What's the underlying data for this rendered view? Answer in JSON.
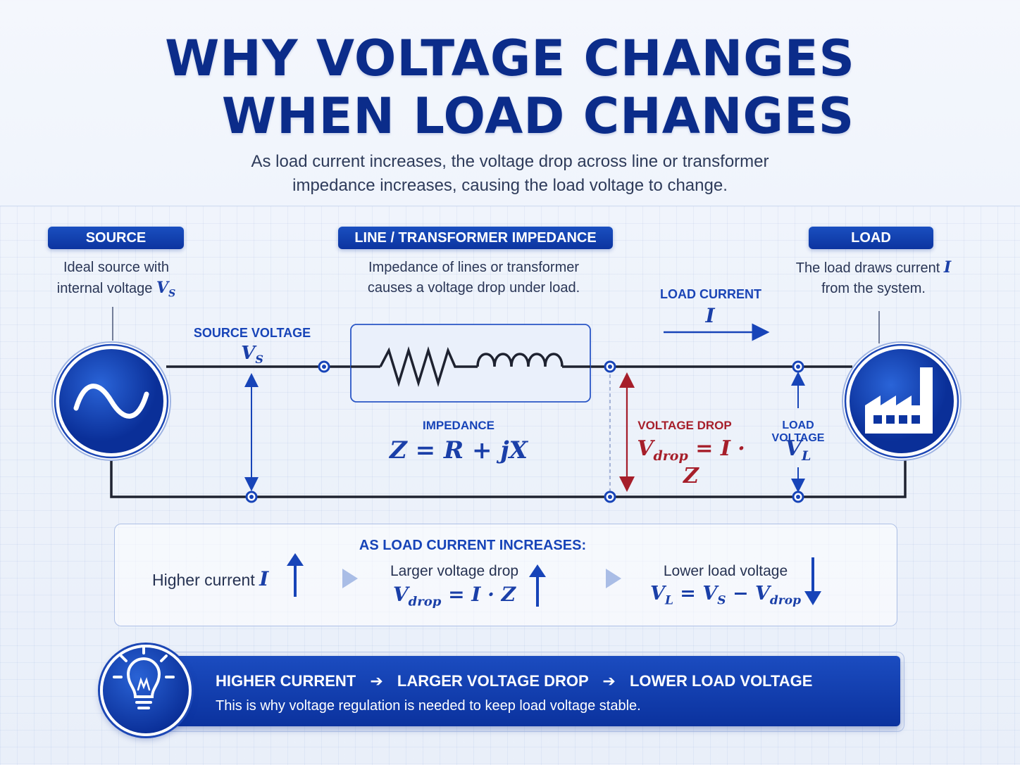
{
  "title_line1": "WHY VOLTAGE CHANGES",
  "title_line2": "WHEN LOAD CHANGES",
  "subtitle_line1": "As load current increases, the voltage drop across line or transformer",
  "subtitle_line2": "impedance increases, causing the load voltage to change.",
  "source": {
    "pill": "SOURCE",
    "desc_line1": "Ideal source with",
    "desc_line2": "internal voltage",
    "symbol": "V",
    "symbol_sub": "S"
  },
  "impedance_block": {
    "pill": "LINE / TRANSFORMER IMPEDANCE",
    "desc_line1": "Impedance of lines or transformer",
    "desc_line2": "causes a voltage drop under load.",
    "label": "IMPEDANCE",
    "equation": "Z = R + jX"
  },
  "load": {
    "pill": "LOAD",
    "desc_line1": "The load draws current",
    "symbol": "I",
    "desc_line2": "from the system."
  },
  "source_voltage": {
    "label": "SOURCE VOLTAGE",
    "symbol": "V",
    "sub": "S"
  },
  "load_current": {
    "label": "LOAD CURRENT",
    "symbol": "I"
  },
  "voltage_drop": {
    "label": "VOLTAGE DROP",
    "v": "V",
    "sub": "drop",
    "rhs": "= I · Z"
  },
  "load_voltage": {
    "label": "LOAD VOLTAGE",
    "symbol": "V",
    "sub": "L"
  },
  "panel": {
    "heading": "AS LOAD CURRENT INCREASES:",
    "step1_text": "Higher current",
    "step1_symbol": "I",
    "step2_text": "Larger voltage drop",
    "step2_v": "V",
    "step2_sub": "drop",
    "step2_rhs": "= I · Z",
    "step3_text": "Lower load voltage",
    "step3_v": "V",
    "step3_vsub": "L",
    "step3_mid": " = V",
    "step3_msub": "S",
    "step3_minus": " − V",
    "step3_dsub": "drop"
  },
  "banner": {
    "part1": "HIGHER CURRENT",
    "part2": "LARGER VOLTAGE DROP",
    "part3": "LOWER LOAD VOLTAGE",
    "arrow": "➔",
    "text": "This is why voltage regulation is needed to keep load voltage stable."
  },
  "colors": {
    "primary": "#0c34a0",
    "accent": "#1744b8",
    "drop_red": "#a61e2a",
    "wire": "#1e2230"
  },
  "icons": [
    "ac-source-icon",
    "factory-icon",
    "lightbulb-icon",
    "resistor-icon",
    "inductor-icon"
  ]
}
